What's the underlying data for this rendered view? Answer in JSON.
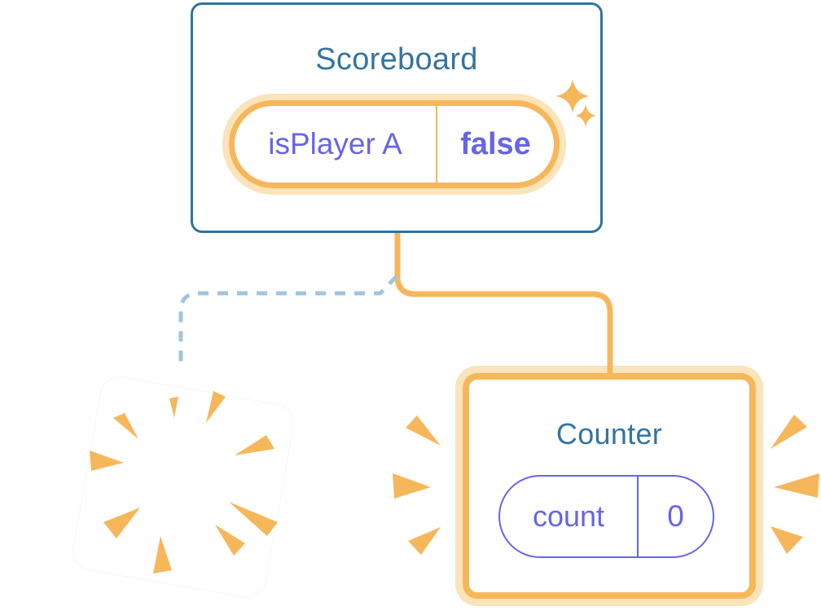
{
  "diagram": {
    "scoreboard": {
      "title": "Scoreboard",
      "state": {
        "label": "isPlayer A",
        "value": "false"
      }
    },
    "counter": {
      "title": "Counter",
      "state": {
        "label": "count",
        "value": "0"
      }
    }
  },
  "icons": {
    "sparkles": "sparkle-stars",
    "poof": "burst-rays",
    "emphasis": "side-rays"
  },
  "colors": {
    "card_border_blue": "#2E74A0",
    "title_blue": "#35749E",
    "orange": "#F6B75B",
    "orange_light": "#FBE3BA",
    "purple": "#6765E3",
    "dash_blue": "#A3C4DB",
    "background": "#FFFFFF"
  }
}
